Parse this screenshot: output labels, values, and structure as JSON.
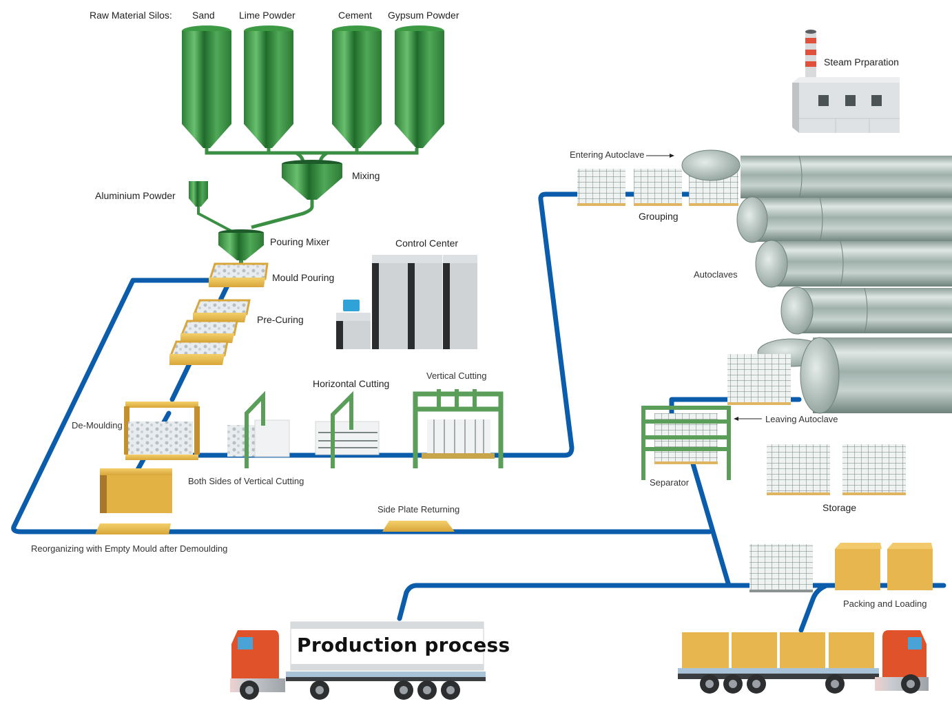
{
  "diagram": {
    "title": "Production process",
    "type": "AAC block production flow diagram",
    "colors": {
      "conveyor_line": "#0b5dab",
      "silo_green": "#3f9e48",
      "machine_green": "#5a9e5a",
      "mould_gold": "#e3b64a",
      "autoclave_grey": "#a9b8b3",
      "truck_cab": "#e0532a",
      "box_gold": "#e8b64e"
    },
    "labels": {
      "raw_material_silos": "Raw Material Silos:",
      "sand": "Sand",
      "lime_powder": "Lime Powder",
      "cement": "Cement",
      "gypsum_powder": "Gypsum Powder",
      "mixing": "Mixing",
      "aluminium_powder": "Aluminium Powder",
      "pouring_mixer": "Pouring Mixer",
      "mould_pouring": "Mould Pouring",
      "pre_curing": "Pre-Curing",
      "control_center": "Control Center",
      "de_moulding": "De-Moulding",
      "horizontal_cutting": "Horizontal Cutting",
      "vertical_cutting": "Vertical Cutting",
      "both_sides_vertical_cutting": "Both Sides of Vertical Cutting",
      "side_plate_returning": "Side Plate Returning",
      "reorganizing": "Reorganizing with Empty Mould after Demoulding",
      "steam_preparation": "Steam Prparation",
      "entering_autoclave": "Entering Autoclave",
      "grouping": "Grouping",
      "autoclaves": "Autoclaves",
      "leaving_autoclave": "Leaving Autoclave",
      "separator": "Separator",
      "storage": "Storage",
      "packing_and_loading": "Packing and Loading"
    },
    "icons": {
      "silo": "silo-icon",
      "mixer": "mixer-hopper-icon",
      "mould": "mould-tray-icon",
      "control_cabinet": "control-cabinet-icon",
      "cutting_machine": "cutting-machine-icon",
      "autoclave": "autoclave-tank-icon",
      "factory": "factory-chimney-icon",
      "block_stack": "aac-block-stack-icon",
      "package_box": "package-box-icon",
      "truck": "truck-icon"
    }
  }
}
